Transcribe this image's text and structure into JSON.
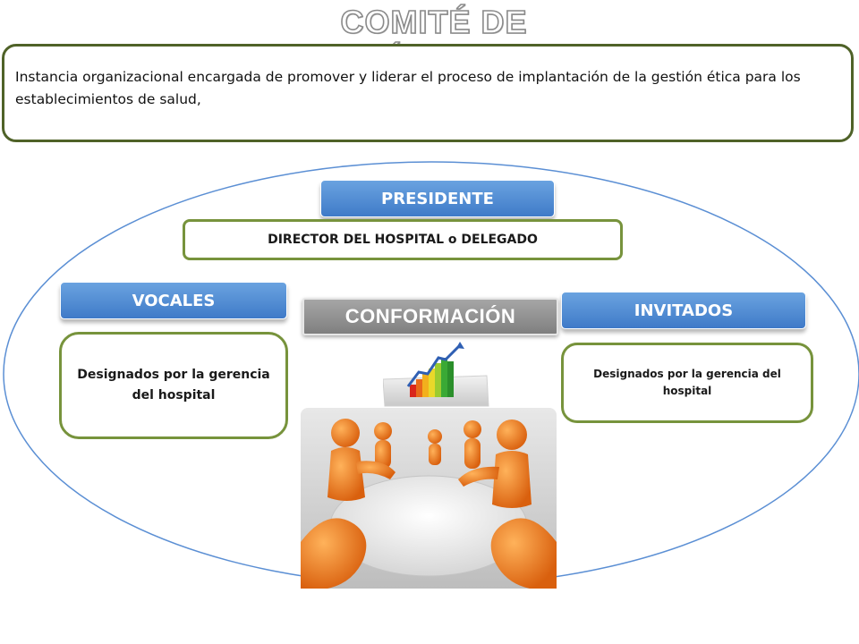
{
  "title": "COMITÉ DE ÉTICA",
  "description": "Instancia organizacional encargada de promover y liderar el proceso de implantación de la gestión ética para los establecimientos de salud,",
  "president": {
    "label": "PRESIDENTE",
    "detail": "DIRECTOR DEL HOSPITAL o DELEGADO"
  },
  "vocales": {
    "label": "VOCALES",
    "detail": "Designados por la gerencia del hospital"
  },
  "invitados": {
    "label": "INVITADOS",
    "detail": "Designados por la gerencia del hospital"
  },
  "center": {
    "label": "CONFORMACIÓN"
  },
  "colors": {
    "role_blue": "#4f81bd",
    "border_green": "#77933c",
    "dark_green": "#4f6228",
    "ellipse_blue": "#5b8fd4",
    "figure_orange": "#e8701b"
  },
  "icons": [
    "bar-chart-icon",
    "meeting-people-illustration"
  ]
}
